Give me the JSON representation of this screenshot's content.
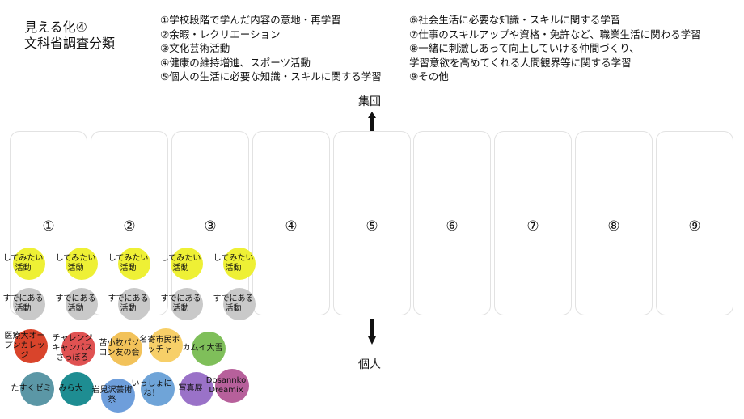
{
  "title": {
    "line1": "見える化④",
    "line2": "文科省調査分類"
  },
  "categories_left": [
    "①学校段階で学んだ内容の意地・再学習",
    "②余暇・レクリエーション",
    "③文化芸術活動",
    "④健康の維持増進、スポーツ活動",
    "⑤個人の生活に必要な知識・スキルに関する学習"
  ],
  "categories_right": [
    "⑥社会生活に必要な知識・スキルに関する学習",
    "⑦仕事のスキルアップや資格・免許など、職業生活に関わる学習",
    "⑧一緒に刺激しあって向上していける仲間づくり、",
    "学習意欲を高めてくれる人間観界等に関する学習",
    "⑨その他"
  ],
  "axis": {
    "top": "集団",
    "bottom": "個人"
  },
  "columns": [
    "①",
    "②",
    "③",
    "④",
    "⑤",
    "⑥",
    "⑦",
    "⑧",
    "⑨"
  ],
  "legend_bubbles": {
    "want": "してみたい活動",
    "existing": "すでにある活動"
  },
  "groups": [
    {
      "label": "医療大オープンカレッジ",
      "color": "#d9442b"
    },
    {
      "label": "チャレンジキャンパスさっぽろ",
      "color": "#e05252"
    },
    {
      "label": "苫小牧パソコン友の会",
      "color": "#f2c25a"
    },
    {
      "label": "名寄市民ボッチャ",
      "color": "#f7cf68"
    },
    {
      "label": "カムイ大雪",
      "color": "#7fbf5a"
    },
    {
      "label": "たすくゼミ",
      "color": "#5b97a6"
    },
    {
      "label": "みら大",
      "color": "#1e8d92"
    },
    {
      "label": "岩見沢芸術祭",
      "color": "#6e9edb"
    },
    {
      "label": "いっしょにね！",
      "color": "#6fa4d8"
    },
    {
      "label": "写真展",
      "color": "#9a72c8"
    },
    {
      "label": "Dosannko Dreamix",
      "color": "#b7609b"
    }
  ],
  "colors": {
    "want": "#eef035",
    "existing": "#c9c9c9",
    "column_border": "#e2e2e2"
  }
}
